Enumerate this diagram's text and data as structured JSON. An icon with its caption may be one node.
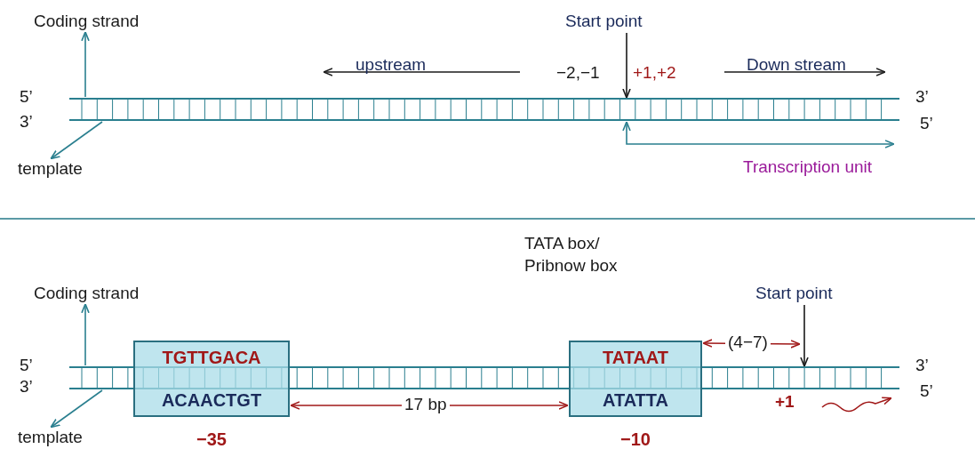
{
  "diagram": {
    "nodes": [
      {
        "text": [
          "Coding strand"
        ]
      },
      {
        "text": [
          "template"
        ]
      },
      {
        "text": [
          "Start point"
        ]
      },
      {
        "text": [
          "Coding strand"
        ]
      },
      {
        "text": [
          "template"
        ]
      },
      {
        "text": [
          "TGTTGACA",
          "ACAACTGT"
        ],
        "beside": [
          "−35"
        ]
      },
      {
        "text": [
          "TATAAT",
          "ATATTA"
        ],
        "beside": [
          "−10"
        ]
      },
      {
        "text": [
          "Start point"
        ]
      },
      {
        "text": [],
        "shape": "picture"
      },
      {
        "text": [],
        "shape": "picture"
      }
    ],
    "edges": [
      {
        "from": 8,
        "to": 0,
        "arrow": "to"
      },
      {
        "from": 8,
        "to": 1,
        "arrow": "to"
      },
      {
        "from": 2,
        "to": 8,
        "arrow": "to",
        "color": "#1a1a1a"
      },
      {
        "from": 9,
        "to": 3,
        "arrow": "to"
      },
      {
        "from": 9,
        "to": 4,
        "arrow": "to"
      },
      {
        "from": 5,
        "to": 6,
        "arrow": "both",
        "label": "17 bp",
        "color": "#a01818"
      },
      {
        "from": 6,
        "to": 9,
        "arrow": "both",
        "label": "(4−7)",
        "color": "#a01818"
      },
      {
        "from": 7,
        "to": 9,
        "arrow": "to",
        "color": "#1a1a1a"
      }
    ],
    "labels": [
      "upstream",
      "−2,−1",
      "+1,+2",
      "Down stream",
      "5’",
      "3’",
      "3’",
      "5’",
      "Transcription unit",
      "TATA box/ Pribnow box",
      "5’",
      "3’",
      "3’",
      "5’",
      "+1"
    ]
  }
}
